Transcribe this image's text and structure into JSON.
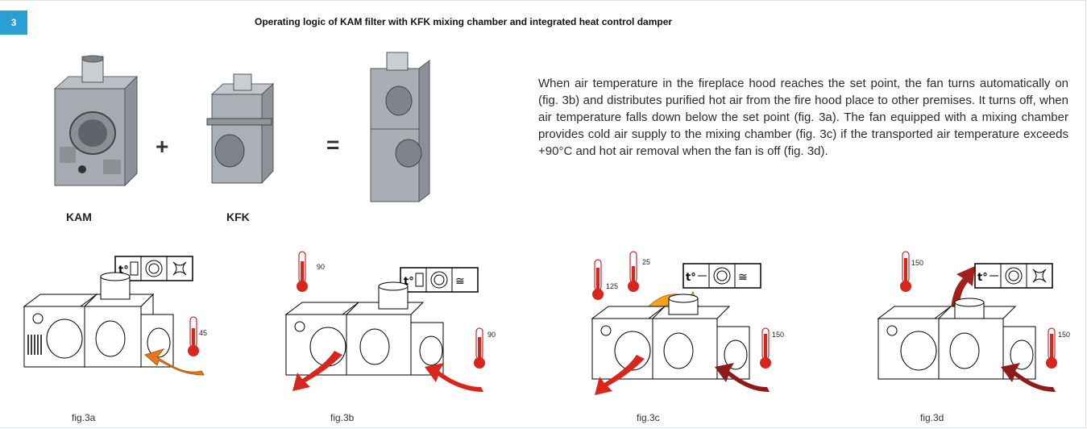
{
  "section": {
    "number": "3"
  },
  "title": "Operating logic of KAM filter with KFK mixing chamber and integrated heat control damper",
  "description": "When air temperature in the fireplace hood reaches the set point, the fan turns automatically on (fig. 3b) and distributes purified hot air from the fire hood place to other premises. It turns off, when air temperature falls down below the set point (fig. 3a). The fan equipped with a mixing chamber provides cold air supply to the mixing chamber (fig. 3c) if the transported air temperature exceeds +90°C and hot air removal when the fan is off (fig. 3d).",
  "products": {
    "plus": "+",
    "equals": "=",
    "kam": "KAM",
    "kfk": "KFK"
  },
  "figures": [
    {
      "caption": "fig.3a",
      "temps": [
        "45"
      ]
    },
    {
      "caption": "fig.3b",
      "temps": [
        "90",
        "90"
      ]
    },
    {
      "caption": "fig.3c",
      "temps": [
        "125",
        "25",
        "150"
      ]
    },
    {
      "caption": "fig.3d",
      "temps": [
        "150",
        "150"
      ]
    }
  ],
  "colors": {
    "badge": "#2a9fd6",
    "orange": "#e8761e",
    "red": "#d9261c",
    "darkred": "#8e1a1a"
  },
  "icons": [
    "thermostat-icon",
    "dial-icon",
    "fan-icon",
    "thermometer-icon",
    "arrow-icon"
  ]
}
